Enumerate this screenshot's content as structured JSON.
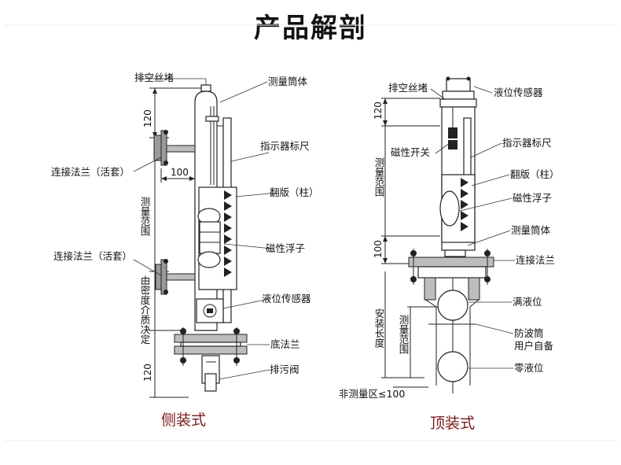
{
  "title": "产品解剖",
  "side": {
    "caption": "侧装式",
    "labels": {
      "drain_plug": "排空丝堵",
      "measuring_tube": "测量筒体",
      "indicator_scale": "指示器标尺",
      "flip_column": "翻版（柱）",
      "magnetic_float": "磁性浮子",
      "flange_top": "连接法兰（活套）",
      "flange_bottom": "连接法兰（活套）",
      "level_sensor": "液位传感器",
      "bottom_flange": "底法兰",
      "drain_valve": "排污阀",
      "measuring_range": "测量范围",
      "density_note": "由密度介质决定"
    },
    "dims": {
      "top": "120",
      "width": "100",
      "bottom": "120"
    }
  },
  "top": {
    "caption": "顶装式",
    "labels": {
      "drain_plug": "排空丝堵",
      "level_sensor": "液位传感器",
      "indicator_scale": "指示器标尺",
      "magnetic_switch": "磁性开关",
      "flip_column": "翻版（柱）",
      "magnetic_float": "磁性浮子",
      "measuring_tube": "测量筒体",
      "connection_flange": "连接法兰",
      "full_level": "满液位",
      "wave_guard": "防波筒",
      "user_supplied": "用户自备",
      "zero_level": "零液位",
      "measuring_range": "测量范围",
      "install_length": "安装长度",
      "measuring_range_lower": "测量范围",
      "non_measuring": "非测量区≤100"
    },
    "dims": {
      "top": "120",
      "mid": "100"
    }
  }
}
